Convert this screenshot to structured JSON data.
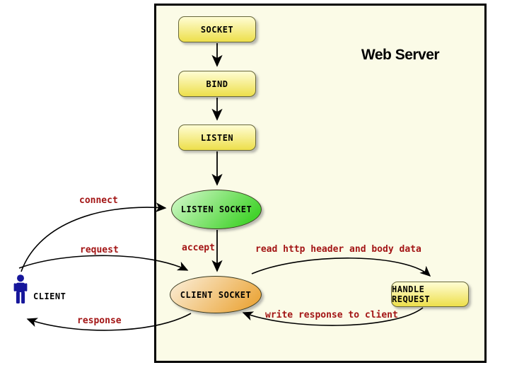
{
  "diagram": {
    "title": "Web Server",
    "nodes": {
      "socket": "SOCKET",
      "bind": "BIND",
      "listen": "LISTEN",
      "listen_socket": "LISTEN SOCKET",
      "client_socket": "CLIENT SOCKET",
      "handle_request": "HANDLE REQUEST",
      "client": "CLIENT"
    },
    "edge_labels": {
      "connect": "connect",
      "request": "request",
      "response": "response",
      "accept": "accept",
      "read": "read http header and body data",
      "write": "write response to client"
    },
    "colors": {
      "server_box_bg": "#FBFBE7",
      "yellow_top": "#FFFDD4",
      "yellow_bottom": "#EDDF4B",
      "green_top": "#D8FAD0",
      "green_bottom": "#43D32D",
      "orange_top": "#FBF0DC",
      "orange_bottom": "#EBA63B",
      "edge_label": "#A31515",
      "client_icon": "#16169B",
      "arrow": "#000000"
    }
  }
}
